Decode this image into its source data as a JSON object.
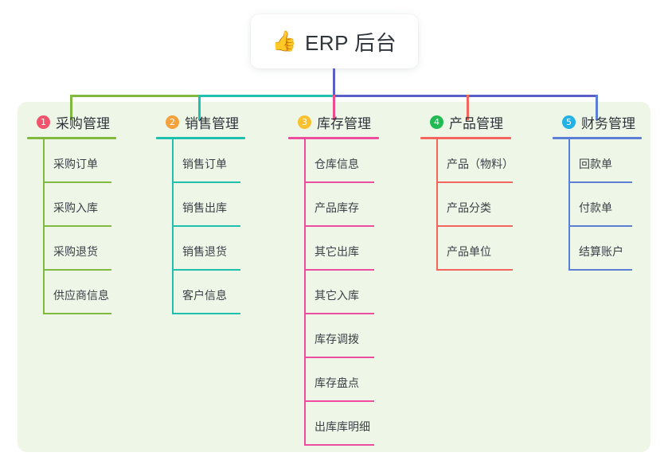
{
  "title": {
    "icon": "thumbs-up-icon",
    "icon_glyph": "👍",
    "text": "ERP 后台"
  },
  "panel": {
    "background_color": "#eef7e7"
  },
  "connectors": {
    "bus_colors": [
      "#7fba3f",
      "#1fc0ad",
      "#5a5fc7"
    ],
    "drop_colors": [
      "#7fba3f",
      "#1fc0ad",
      "#ec4d8e",
      "#f4655e",
      "#5b7fd4"
    ]
  },
  "columns": [
    {
      "number": "1",
      "title": "采购管理",
      "badge_color": "#f2546c",
      "accent_color": "#7fba3f",
      "items": [
        {
          "label": "采购订单"
        },
        {
          "label": "采购入库"
        },
        {
          "label": "采购退货"
        },
        {
          "label": "供应商信息"
        }
      ]
    },
    {
      "number": "2",
      "title": "销售管理",
      "badge_color": "#f5a13c",
      "accent_color": "#1fc0ad",
      "items": [
        {
          "label": "销售订单"
        },
        {
          "label": "销售出库"
        },
        {
          "label": "销售退货"
        },
        {
          "label": "客户信息"
        }
      ]
    },
    {
      "number": "3",
      "title": "库存管理",
      "badge_color": "#fbc02d",
      "accent_color": "#ec4d9e",
      "items": [
        {
          "label": "仓库信息"
        },
        {
          "label": "产品库存"
        },
        {
          "label": "其它出库"
        },
        {
          "label": "其它入库"
        },
        {
          "label": "库存调拨"
        },
        {
          "label": "库存盘点"
        },
        {
          "label": "出库库明细"
        }
      ]
    },
    {
      "number": "4",
      "title": "产品管理",
      "badge_color": "#21ba53",
      "accent_color": "#f4655e",
      "items": [
        {
          "label": "产品（物料）"
        },
        {
          "label": "产品分类"
        },
        {
          "label": "产品单位"
        }
      ]
    },
    {
      "number": "5",
      "title": "财务管理",
      "badge_color": "#22b2e5",
      "accent_color": "#5b7fd4",
      "items": [
        {
          "label": "回款单"
        },
        {
          "label": "付款单"
        },
        {
          "label": "结算账户"
        }
      ]
    }
  ]
}
